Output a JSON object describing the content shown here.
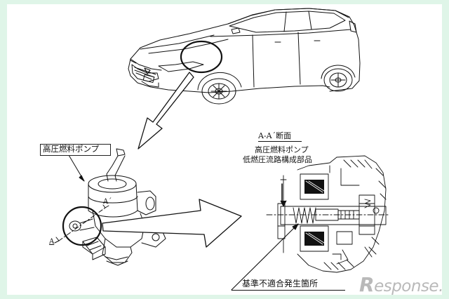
{
  "labels": {
    "pump": "高圧燃料ポンプ",
    "section_title": "A-A´断面",
    "part_line1": "高圧燃料ポンプ",
    "part_line2": "低燃圧流路構成部品",
    "marker_top": "A´",
    "marker_bottom": "A",
    "defect_location": "基準不適合発生箇所"
  },
  "watermark": {
    "first": "R",
    "rest": "esponse."
  },
  "colors": {
    "background": "#dff5e8",
    "paper": "#ffffff",
    "line": "#111111",
    "watermark": "#b9b9b9"
  }
}
